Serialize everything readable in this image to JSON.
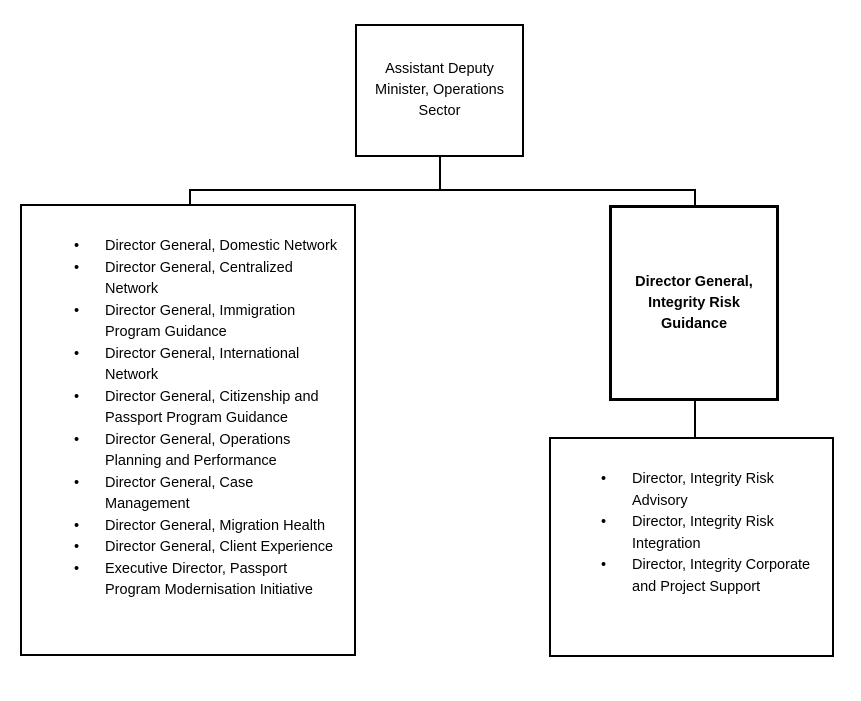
{
  "chart_data": {
    "type": "diagram",
    "title": "Assistant Deputy Minister, Operations Sector organizational chart",
    "orientation": "top-down"
  },
  "nodes": {
    "root": {
      "title": "Assistant Deputy Minister, Operations Sector",
      "bold": false
    },
    "directors_general": {
      "items": [
        "Director General, Domestic Network",
        "Director General, Centralized Network",
        "Director General, Immigration Program Guidance",
        "Director General, International Network",
        "Director General, Citizenship and Passport Program Guidance",
        "Director General, Operations Planning and Performance",
        "Director General, Case Management",
        "Director General, Migration Health",
        "Director General, Client Experience",
        "Executive Director, Passport Program Modernisation Initiative"
      ]
    },
    "integrity_risk_guidance": {
      "title": "Director General, Integrity Risk Guidance",
      "bold": true
    },
    "integrity_risk_directors": {
      "items": [
        "Director, Integrity Risk Advisory",
        "Director, Integrity Risk Integration",
        "Director, Integrity Corporate and Project Support"
      ]
    }
  },
  "style": {
    "bullet_glyph": "•",
    "line_color": "#000000",
    "box_border_color": "#000000",
    "background_color": "#ffffff",
    "text_color": "#000000"
  }
}
